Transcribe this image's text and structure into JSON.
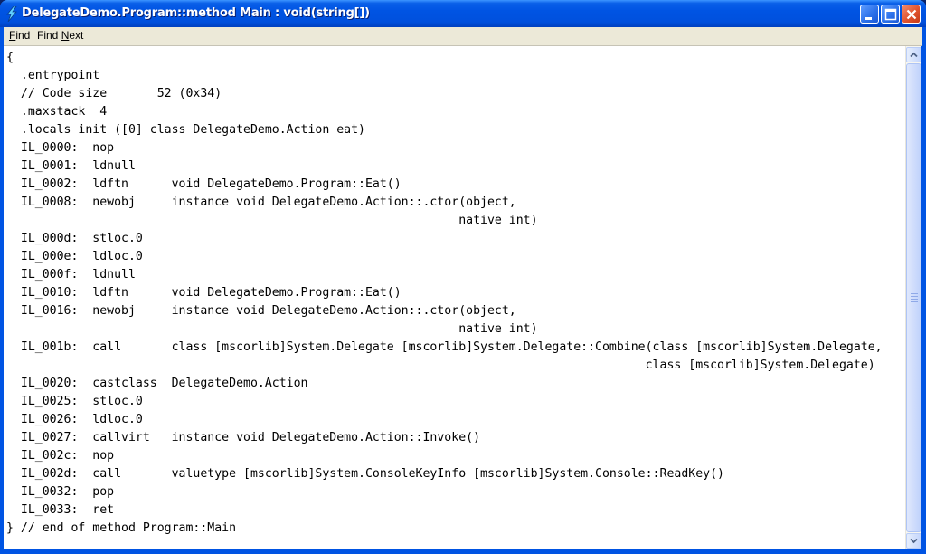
{
  "window": {
    "title": "DelegateDemo.Program::method Main : void(string[])",
    "title_bar_color": "#0054e3",
    "icon": "ildasm-lightning-icon"
  },
  "menu": [
    {
      "label": "Find",
      "mnemonic": "F"
    },
    {
      "label": "Find Next",
      "mnemonic": "N"
    }
  ],
  "code_lines": [
    "{",
    "  .entrypoint",
    "  // Code size       52 (0x34)",
    "  .maxstack  4",
    "  .locals init ([0] class DelegateDemo.Action eat)",
    "  IL_0000:  nop",
    "  IL_0001:  ldnull",
    "  IL_0002:  ldftn      void DelegateDemo.Program::Eat()",
    "  IL_0008:  newobj     instance void DelegateDemo.Action::.ctor(object,",
    "                                                               native int)",
    "  IL_000d:  stloc.0",
    "  IL_000e:  ldloc.0",
    "  IL_000f:  ldnull",
    "  IL_0010:  ldftn      void DelegateDemo.Program::Eat()",
    "  IL_0016:  newobj     instance void DelegateDemo.Action::.ctor(object,",
    "                                                               native int)",
    "  IL_001b:  call       class [mscorlib]System.Delegate [mscorlib]System.Delegate::Combine(class [mscorlib]System.Delegate,",
    "                                                                                         class [mscorlib]System.Delegate)",
    "  IL_0020:  castclass  DelegateDemo.Action",
    "  IL_0025:  stloc.0",
    "  IL_0026:  ldloc.0",
    "  IL_0027:  callvirt   instance void DelegateDemo.Action::Invoke()",
    "  IL_002c:  nop",
    "  IL_002d:  call       valuetype [mscorlib]System.ConsoleKeyInfo [mscorlib]System.Console::ReadKey()",
    "  IL_0032:  pop",
    "  IL_0033:  ret",
    "} // end of method Program::Main"
  ]
}
